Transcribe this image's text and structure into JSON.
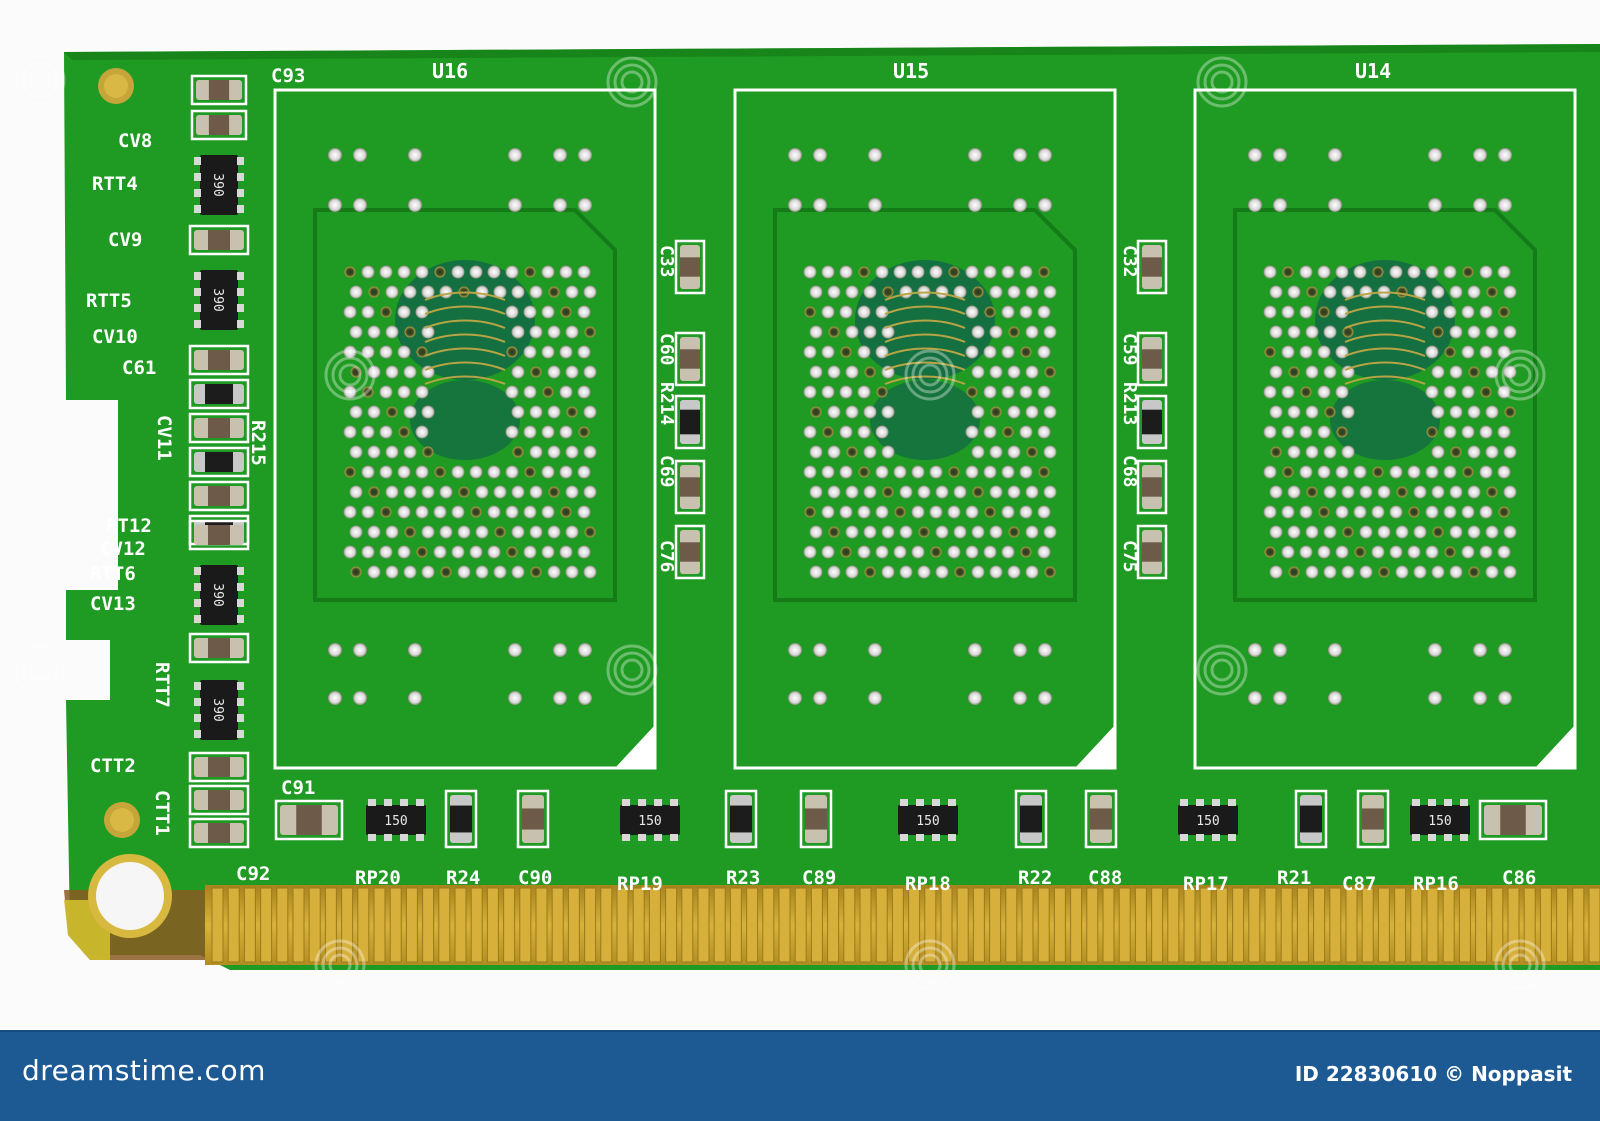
{
  "image": {
    "subject": "memory-module-pcb",
    "colors": {
      "board": "#1f9a22",
      "board_dark": "#157a18",
      "silkscreen": "#ffffff",
      "gold_contacts": "#c9a22b",
      "footer_bar": "#1d5a94"
    }
  },
  "labels": {
    "chips": [
      "U16",
      "U15",
      "U14"
    ],
    "left_column": [
      "C93",
      "CV8",
      "RTT4",
      "CV9",
      "RTT5",
      "CV10",
      "C61",
      "CV11",
      "R215",
      "RT12",
      "CV12",
      "RTT6",
      "CV13",
      "RTT7",
      "CTT2",
      "CTT1",
      "C91",
      "C92"
    ],
    "between_1": [
      "C33",
      "C60",
      "R214",
      "C69",
      "C76"
    ],
    "between_2": [
      "C32",
      "C59",
      "R213",
      "C68",
      "C75"
    ],
    "bottom": [
      "RP20",
      "R24",
      "C90",
      "RP19",
      "R23",
      "C89",
      "RP18",
      "R22",
      "C88",
      "RP17",
      "R21",
      "C87",
      "RP16",
      "C86"
    ],
    "resistor_packs": [
      "390",
      "390",
      "390",
      "390",
      "150",
      "150",
      "150",
      "150",
      "150"
    ]
  },
  "watermark": {
    "text": "dreamstime"
  },
  "footer": {
    "logo": "dreamstime.com",
    "credit": "ID 22830610 © Noppasit"
  }
}
